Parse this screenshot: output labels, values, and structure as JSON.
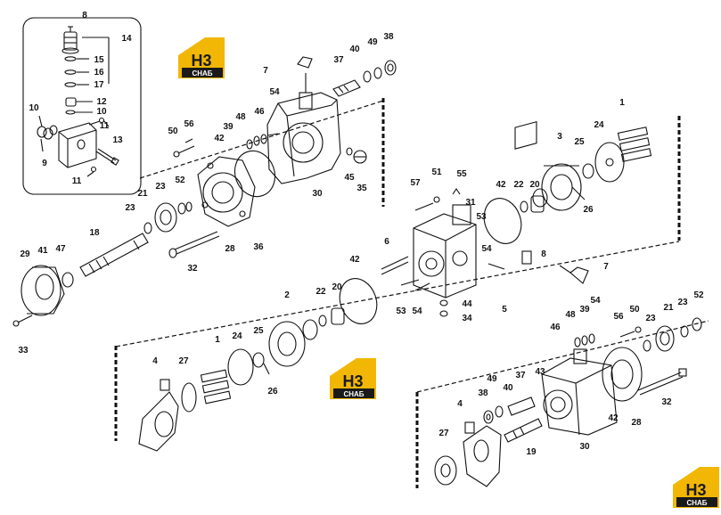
{
  "diagram": {
    "callouts": [
      {
        "id": "c8a",
        "label": "8"
      },
      {
        "id": "c14",
        "label": "14"
      },
      {
        "id": "c15",
        "label": "15"
      },
      {
        "id": "c16",
        "label": "16"
      },
      {
        "id": "c17",
        "label": "17"
      },
      {
        "id": "c12",
        "label": "12"
      },
      {
        "id": "c10a",
        "label": "10"
      },
      {
        "id": "c10b",
        "label": "10"
      },
      {
        "id": "c11a",
        "label": "11"
      },
      {
        "id": "c13",
        "label": "13"
      },
      {
        "id": "c9",
        "label": "9"
      },
      {
        "id": "c11b",
        "label": "11"
      },
      {
        "id": "c7a",
        "label": "7"
      },
      {
        "id": "c37a",
        "label": "37"
      },
      {
        "id": "c40a",
        "label": "40"
      },
      {
        "id": "c49a",
        "label": "49"
      },
      {
        "id": "c38a",
        "label": "38"
      },
      {
        "id": "c54a",
        "label": "54"
      },
      {
        "id": "c46a",
        "label": "46"
      },
      {
        "id": "c48a",
        "label": "48"
      },
      {
        "id": "c39a",
        "label": "39"
      },
      {
        "id": "c42a",
        "label": "42"
      },
      {
        "id": "c50a",
        "label": "50"
      },
      {
        "id": "c56a",
        "label": "56"
      },
      {
        "id": "c45",
        "label": "45"
      },
      {
        "id": "c35",
        "label": "35"
      },
      {
        "id": "c30a",
        "label": "30"
      },
      {
        "id": "c52a",
        "label": "52"
      },
      {
        "id": "c21a",
        "label": "21"
      },
      {
        "id": "c23a",
        "label": "23"
      },
      {
        "id": "c23b",
        "label": "23"
      },
      {
        "id": "c18",
        "label": "18"
      },
      {
        "id": "c36",
        "label": "36"
      },
      {
        "id": "c28a",
        "label": "28"
      },
      {
        "id": "c32a",
        "label": "32"
      },
      {
        "id": "c29",
        "label": "29"
      },
      {
        "id": "c41",
        "label": "41"
      },
      {
        "id": "c47",
        "label": "47"
      },
      {
        "id": "c33",
        "label": "33"
      },
      {
        "id": "c1a",
        "label": "1"
      },
      {
        "id": "c24a",
        "label": "24"
      },
      {
        "id": "c3",
        "label": "3"
      },
      {
        "id": "c25a",
        "label": "25"
      },
      {
        "id": "c26a",
        "label": "26"
      },
      {
        "id": "c51",
        "label": "51"
      },
      {
        "id": "c55",
        "label": "55"
      },
      {
        "id": "c57",
        "label": "57"
      },
      {
        "id": "c31",
        "label": "31"
      },
      {
        "id": "c42b",
        "label": "42"
      },
      {
        "id": "c22a",
        "label": "22"
      },
      {
        "id": "c20a",
        "label": "20"
      },
      {
        "id": "c53a",
        "label": "53"
      },
      {
        "id": "c54b",
        "label": "54"
      },
      {
        "id": "c6",
        "label": "6"
      },
      {
        "id": "c8b",
        "label": "8"
      },
      {
        "id": "c7b",
        "label": "7"
      },
      {
        "id": "c5",
        "label": "5"
      },
      {
        "id": "c44",
        "label": "44"
      },
      {
        "id": "c34",
        "label": "34"
      },
      {
        "id": "c53b",
        "label": "53"
      },
      {
        "id": "c54c",
        "label": "54"
      },
      {
        "id": "c42c",
        "label": "42"
      },
      {
        "id": "c2",
        "label": "2"
      },
      {
        "id": "c22b",
        "label": "22"
      },
      {
        "id": "c20b",
        "label": "20"
      },
      {
        "id": "c4a",
        "label": "4"
      },
      {
        "id": "c27a",
        "label": "27"
      },
      {
        "id": "c1b",
        "label": "1"
      },
      {
        "id": "c24b",
        "label": "24"
      },
      {
        "id": "c25b",
        "label": "25"
      },
      {
        "id": "c26b",
        "label": "26"
      },
      {
        "id": "c48b",
        "label": "48"
      },
      {
        "id": "c39b",
        "label": "39"
      },
      {
        "id": "c54d",
        "label": "54"
      },
      {
        "id": "c46b",
        "label": "46"
      },
      {
        "id": "c56b",
        "label": "56"
      },
      {
        "id": "c50b",
        "label": "50"
      },
      {
        "id": "c21b",
        "label": "21"
      },
      {
        "id": "c23c",
        "label": "23"
      },
      {
        "id": "c52b",
        "label": "52"
      },
      {
        "id": "c23d",
        "label": "23"
      },
      {
        "id": "c49b",
        "label": "49"
      },
      {
        "id": "c37b",
        "label": "37"
      },
      {
        "id": "c43",
        "label": "43"
      },
      {
        "id": "c40b",
        "label": "40"
      },
      {
        "id": "c38b",
        "label": "38"
      },
      {
        "id": "c4b",
        "label": "4"
      },
      {
        "id": "c32b",
        "label": "32"
      },
      {
        "id": "c42d",
        "label": "42"
      },
      {
        "id": "c28b",
        "label": "28"
      },
      {
        "id": "c27b",
        "label": "27"
      },
      {
        "id": "c19",
        "label": "19"
      },
      {
        "id": "c30b",
        "label": "30"
      }
    ]
  },
  "logos": [
    {
      "id": "logo-top",
      "top_text": "H3",
      "bottom_text": "CHAБ"
    },
    {
      "id": "logo-middle",
      "top_text": "H3",
      "bottom_text": "CHAБ"
    },
    {
      "id": "logo-corner",
      "top_text": "H3",
      "bottom_text": "CHAБ"
    }
  ],
  "colors": {
    "line": "#111111",
    "background": "#ffffff",
    "logo_yellow": "#f2b705",
    "logo_dark": "#1a1a1a"
  }
}
